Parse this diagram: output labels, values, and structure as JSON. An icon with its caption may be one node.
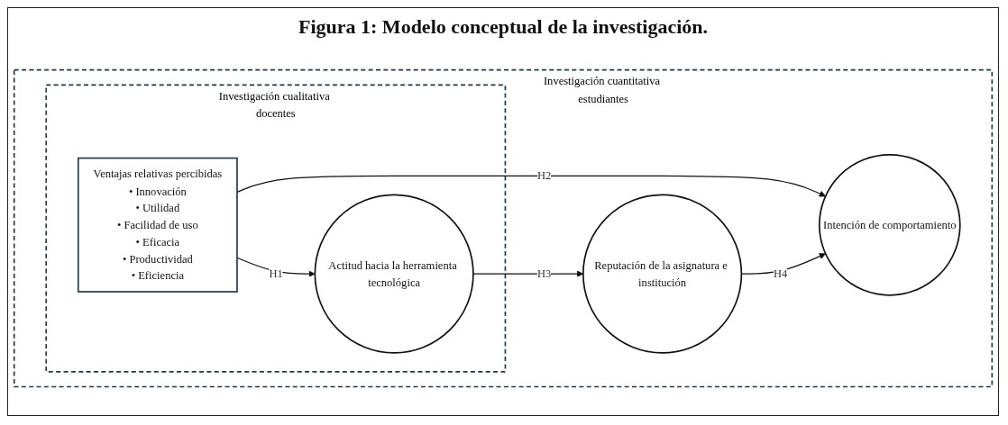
{
  "diagram": {
    "title": "Figura 1: Modelo conceptual de la investigación.",
    "nodes": [
      {
        "text": [
          "Investigación cuantitativa estudiantes"
        ]
      },
      {
        "text": [
          "Investigación cualitativa docentes"
        ],
        "in": 0
      },
      {
        "text": [
          "Ventajas relativas percibidas",
          "• Innovación",
          "• Utilidad",
          "• Facilidad de uso",
          "• Eficacia",
          "• Productividad",
          "• Eficiencia"
        ],
        "in": 1
      },
      {
        "text": [
          "Actitud hacia la herramienta tecnológica"
        ],
        "in": 1
      },
      {
        "text": [
          "Reputación de la asignatura e institución"
        ],
        "in": 0
      },
      {
        "text": [
          "Intención de comportamiento"
        ],
        "in": 0
      }
    ],
    "edges": [
      {
        "from": 2,
        "to": 3,
        "arrow": "to",
        "label": "H1"
      },
      {
        "from": 2,
        "to": 5,
        "arrow": "to",
        "label": "H2"
      },
      {
        "from": 3,
        "to": 4,
        "arrow": "to",
        "label": "H3"
      },
      {
        "from": 4,
        "to": 5,
        "arrow": "to",
        "label": "H4"
      }
    ]
  }
}
